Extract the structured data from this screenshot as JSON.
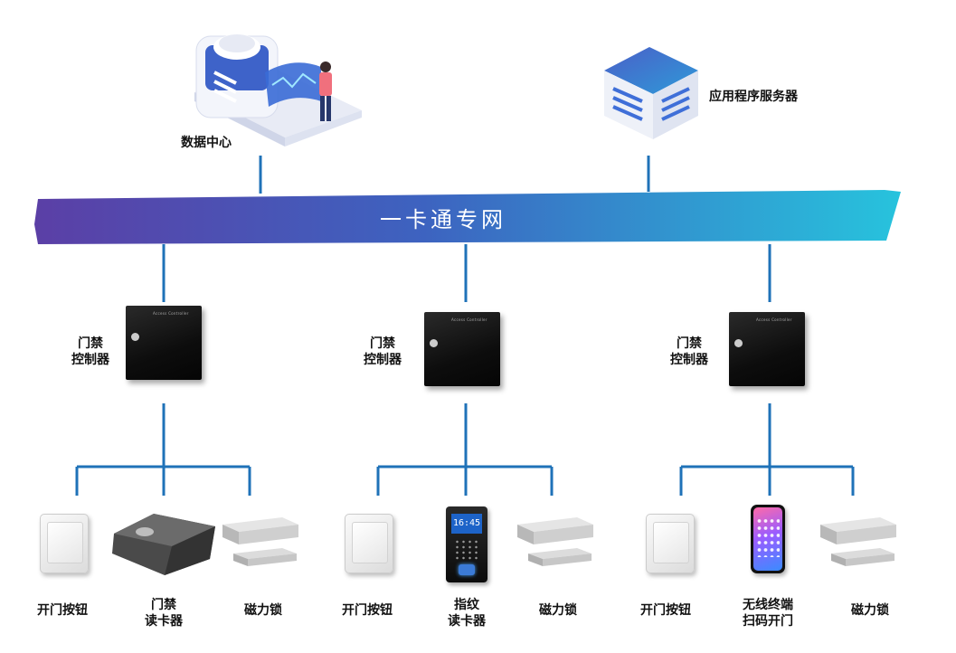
{
  "network_label": "一卡通专网",
  "top_nodes": {
    "data_center": "数据中心",
    "app_server": "应用程序服务器"
  },
  "controller": {
    "label_line1": "门禁",
    "label_line2": "控制器",
    "brand_text": "Access Controller"
  },
  "groups": [
    {
      "leaves": [
        {
          "line1": "开门按钮",
          "line2": ""
        },
        {
          "line1": "门禁",
          "line2": "读卡器"
        },
        {
          "line1": "磁力锁",
          "line2": ""
        }
      ]
    },
    {
      "leaves": [
        {
          "line1": "开门按钮",
          "line2": ""
        },
        {
          "line1": "指纹",
          "line2": "读卡器"
        },
        {
          "line1": "磁力锁",
          "line2": ""
        }
      ]
    },
    {
      "leaves": [
        {
          "line1": "开门按钮",
          "line2": ""
        },
        {
          "line1": "无线终端",
          "line2": "扫码开门"
        },
        {
          "line1": "磁力锁",
          "line2": ""
        }
      ]
    }
  ],
  "fingerprint_screen_time": "16:45",
  "colors": {
    "line": "#1f72b8",
    "banner_left": "#5b3fa6",
    "banner_right": "#27c3dd"
  }
}
